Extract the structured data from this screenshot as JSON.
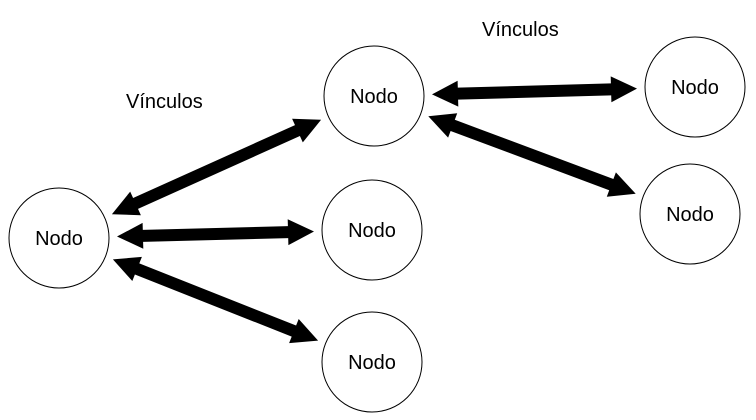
{
  "nodes": [
    {
      "id": "n1",
      "label": "Nodo"
    },
    {
      "id": "n2",
      "label": "Nodo"
    },
    {
      "id": "n3",
      "label": "Nodo"
    },
    {
      "id": "n4",
      "label": "Nodo"
    },
    {
      "id": "n5",
      "label": "Nodo"
    },
    {
      "id": "n6",
      "label": "Nodo"
    },
    {
      "id": "n7",
      "label": "Nodo"
    }
  ],
  "links": [
    {
      "from": "n1",
      "to": "n2",
      "direction": "both"
    },
    {
      "from": "n1",
      "to": "n3",
      "direction": "both"
    },
    {
      "from": "n1",
      "to": "n4",
      "direction": "both"
    },
    {
      "from": "n2",
      "to": "n5",
      "direction": "both"
    },
    {
      "from": "n2",
      "to": "n6",
      "direction": "both"
    }
  ],
  "link_labels": [
    {
      "text": "Vínculos"
    },
    {
      "text": "Vínculos"
    }
  ],
  "colors": {
    "node_fill": "#ffffff",
    "node_stroke": "#000000",
    "link": "#000000",
    "text": "#000000"
  }
}
